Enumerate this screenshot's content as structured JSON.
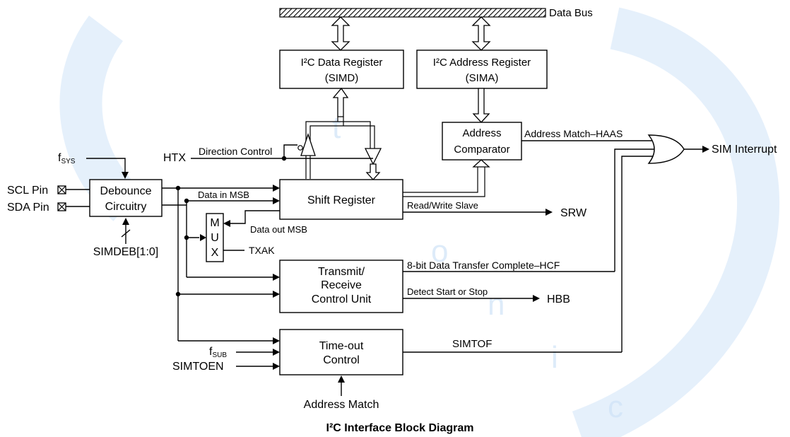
{
  "caption": "I²C Interface Block Diagram",
  "bus": {
    "label": "Data Bus"
  },
  "blocks": {
    "data_register": {
      "line1": "I²C Data Register",
      "line2": "(SIMD)"
    },
    "address_register": {
      "line1": "I²C Address Register",
      "line2": "(SIMA)"
    },
    "address_comparator": {
      "line1": "Address",
      "line2": "Comparator"
    },
    "debounce": {
      "line1": "Debounce",
      "line2": "Circuitry"
    },
    "shift_register": {
      "line1": "Shift Register"
    },
    "mux": {
      "l1": "M",
      "l2": "U",
      "l3": "X"
    },
    "transmit_receive": {
      "line1": "Transmit/",
      "line2": "Receive",
      "line3": "Control Unit"
    },
    "timeout": {
      "line1": "Time-out",
      "line2": "Control"
    }
  },
  "signals": {
    "fsys": "f",
    "fsys_sub": "SYS",
    "scl_pin": "SCL Pin",
    "sda_pin": "SDA Pin",
    "simdeb": "SIMDEB[1:0]",
    "htx": "HTX",
    "direction_control": "Direction Control",
    "data_in_msb": "Data in MSB",
    "data_out_msb": "Data out MSB",
    "txak": "TXAK",
    "read_write_slave": "Read/Write Slave",
    "srw": "SRW",
    "address_match_haas": "Address Match–HAAS",
    "sim_interrupt": "SIM Interrupt",
    "transfer_complete_hcf": "8-bit Data Transfer Complete–HCF",
    "detect_start_stop": "Detect Start or Stop",
    "hbb": "HBB",
    "simtof": "SIMTOF",
    "fsub": "f",
    "fsub_sub": "SUB",
    "simtoen": "SIMTOEN",
    "address_match": "Address Match"
  }
}
